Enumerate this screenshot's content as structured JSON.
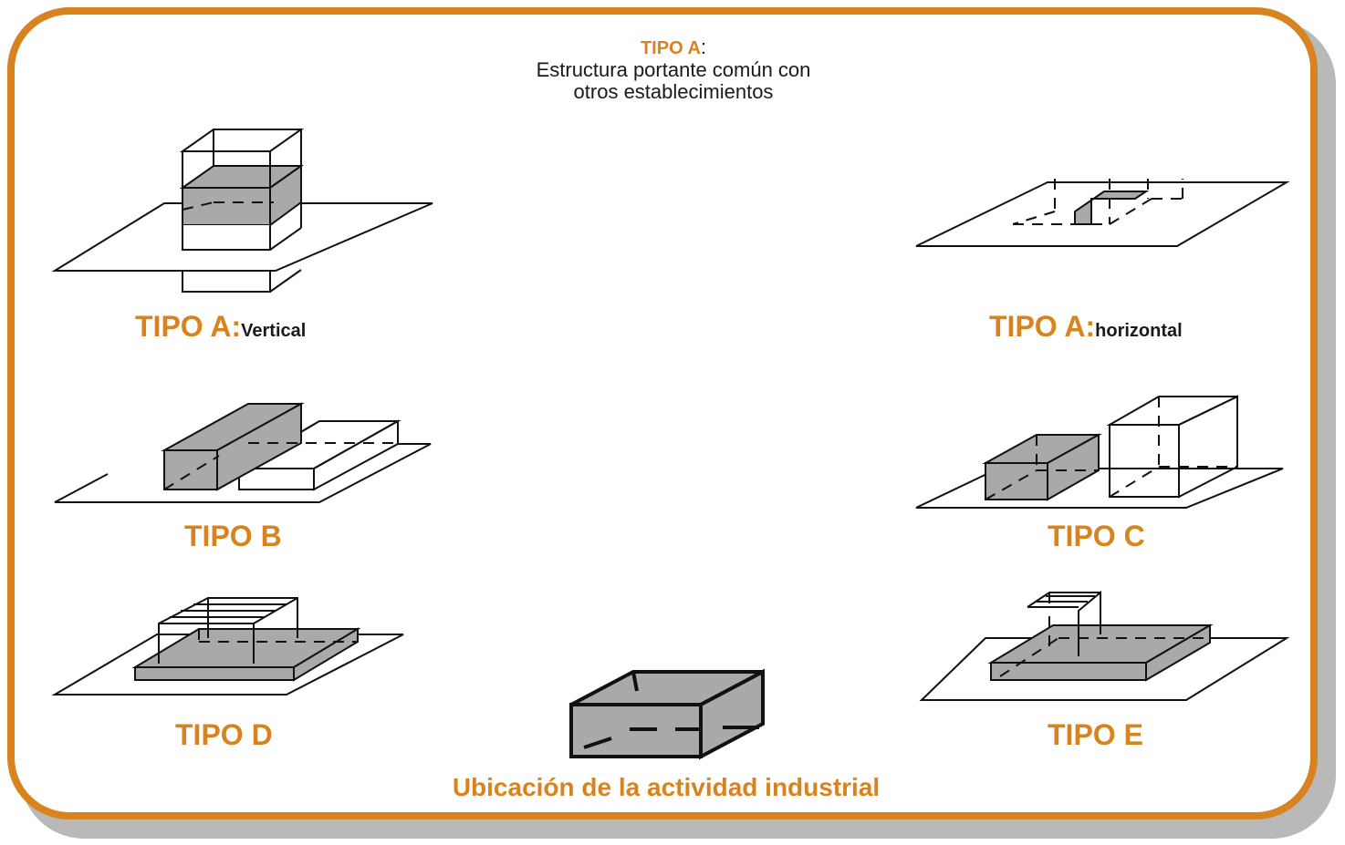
{
  "header": {
    "keyword": "TIPO A",
    "keyword_suffix": ":",
    "line1": "Estructura portante común con",
    "line2": "otros establecimientos"
  },
  "labels": {
    "tipo_a_vertical": {
      "main": "TIPO A:",
      "sub": "Vertical"
    },
    "tipo_a_horizontal": {
      "main": "TIPO A:",
      "sub": "horizontal"
    },
    "tipo_b": "TIPO B",
    "tipo_c": "TIPO C",
    "tipo_d": "TIPO D",
    "tipo_e": "TIPO E"
  },
  "legend_caption": "Ubicación de la actividad industrial",
  "colors": {
    "accent": "#d9831f",
    "highlight_fill": "#a9a9a9",
    "line": "#111111",
    "frame_shadow": "#b9b9b9"
  }
}
